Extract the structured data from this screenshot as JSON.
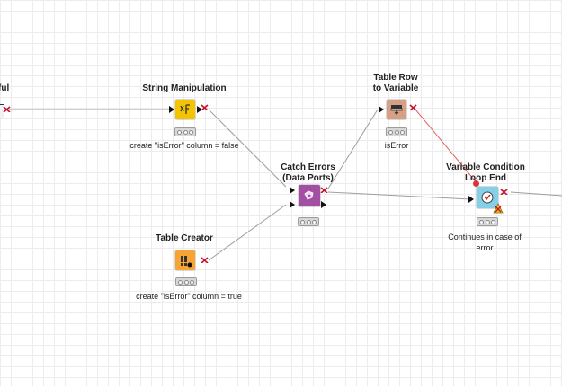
{
  "nodes": {
    "partial": {
      "title": "ful"
    },
    "string_manipulation": {
      "title": "String Manipulation",
      "label": "create \"isError\" column =   false",
      "color": "#f5c400"
    },
    "table_row_to_variable": {
      "title": "Table Row\nto Variable",
      "label": "isError",
      "color": "#d7a084"
    },
    "catch_errors": {
      "title": "Catch Errors\n(Data Ports)",
      "color": "#a24fa4"
    },
    "variable_condition_loop_end": {
      "title": "Variable Condition\nLoop End",
      "label": "Continues in case of\nerror",
      "color": "#86cfe8"
    },
    "table_creator": {
      "title": "Table Creator",
      "label": "create \"isError\" column =   true",
      "color": "#f7a434"
    }
  },
  "colors": {
    "wire": "#9e9e9e",
    "variable_wire": "#e05c5c",
    "grid": "#ececec"
  }
}
